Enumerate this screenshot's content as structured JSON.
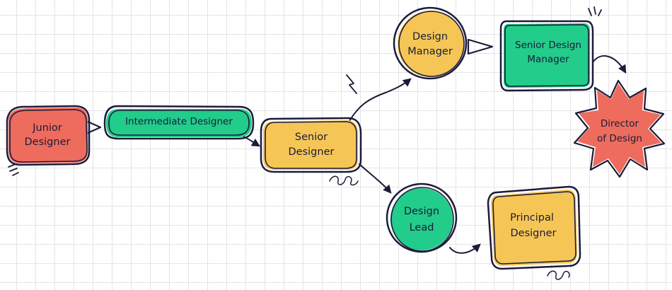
{
  "nodes": {
    "junior": {
      "line1": "Junior",
      "line2": "Designer"
    },
    "intermediate": {
      "line1": "Intermediate Designer"
    },
    "senior": {
      "line1": "Senior",
      "line2": "Designer"
    },
    "design_manager": {
      "line1": "Design",
      "line2": "Manager"
    },
    "senior_design_manager": {
      "line1": "Senior Design",
      "line2": "Manager"
    },
    "director": {
      "line1": "Director",
      "line2": "of Design"
    },
    "design_lead": {
      "line1": "Design",
      "line2": "Lead"
    },
    "principal": {
      "line1": "Principal",
      "line2": "Designer"
    }
  },
  "colors": {
    "red": "#ee6c5d",
    "green": "#22cc8a",
    "yellow": "#f5c655",
    "ink": "#1c1b3a",
    "grid": "#e4e4e4"
  }
}
